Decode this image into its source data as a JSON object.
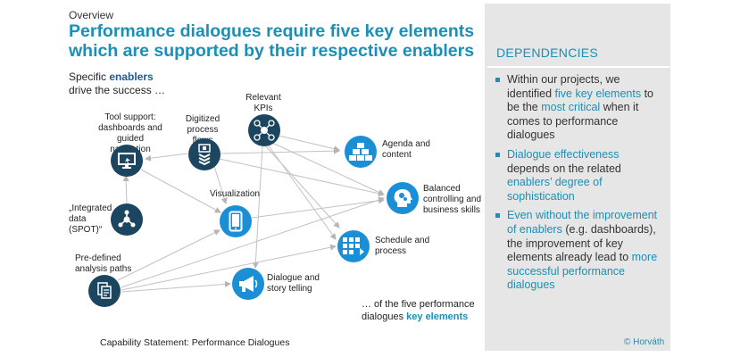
{
  "header": {
    "overview": "Overview",
    "title": "Performance dialogues require five key elements which are supported by their respective enablers"
  },
  "intro": {
    "line1_prefix": "Specific ",
    "line1_bold": "enablers",
    "line2": "drive the success …"
  },
  "enablers": {
    "tool_support": "Tool support: dashboards and guided navigation",
    "digitized_flows": "Digitized process flows",
    "relevant_kpis": "Relevant KPIs",
    "integrated_data": "„Integrated data (SPOT)“",
    "visualization": "Visualization",
    "analysis_paths": "Pre-defined analysis paths"
  },
  "key_elements": {
    "agenda": "Agenda and content",
    "balanced": "Balanced controlling and business skills",
    "schedule": "Schedule and process",
    "dialogue": "Dialogue and story telling"
  },
  "closing": {
    "line1": "… of the five performance",
    "line2_prefix": "dialogues ",
    "line2_bold": "key elements"
  },
  "caption": "Capability Statement: Performance Dialogues",
  "panel": {
    "heading": "DEPENDENCIES",
    "bullet1": {
      "t1": "Within our projects, we identified ",
      "h1": "five key elements",
      "t2": " to be the ",
      "h2": "most critical",
      "t3": " when it comes to performance dialogues"
    },
    "bullet2": {
      "h1": "Dialogue effectiveness",
      "t1": " depends on the related ",
      "h2": "enablers’ degree of sophistication"
    },
    "bullet3": {
      "h1": "Even without the improvement of enablers",
      "t1": " (e.g. dashboards), the improvement of key elements already lead to ",
      "h2": "more successful performance dialogues"
    },
    "copyright": "© Horváth"
  },
  "icons": {
    "tool_support": "monitor-icon",
    "digitized_flows": "process-flow-icon",
    "relevant_kpis": "kpi-network-icon",
    "integrated_data": "hub-icon",
    "visualization": "tablet-icon",
    "analysis_paths": "documents-icon",
    "agenda": "agenda-blocks-icon",
    "balanced": "head-gears-icon",
    "schedule": "schedule-grid-icon",
    "dialogue": "megaphone-icon"
  },
  "colors": {
    "title": "#1b8fb5",
    "dark_icon": "#1c4560",
    "blue_icon": "#1b8fd6",
    "panel_bg": "#e6e6e6",
    "arrow": "#b5b5b5"
  }
}
